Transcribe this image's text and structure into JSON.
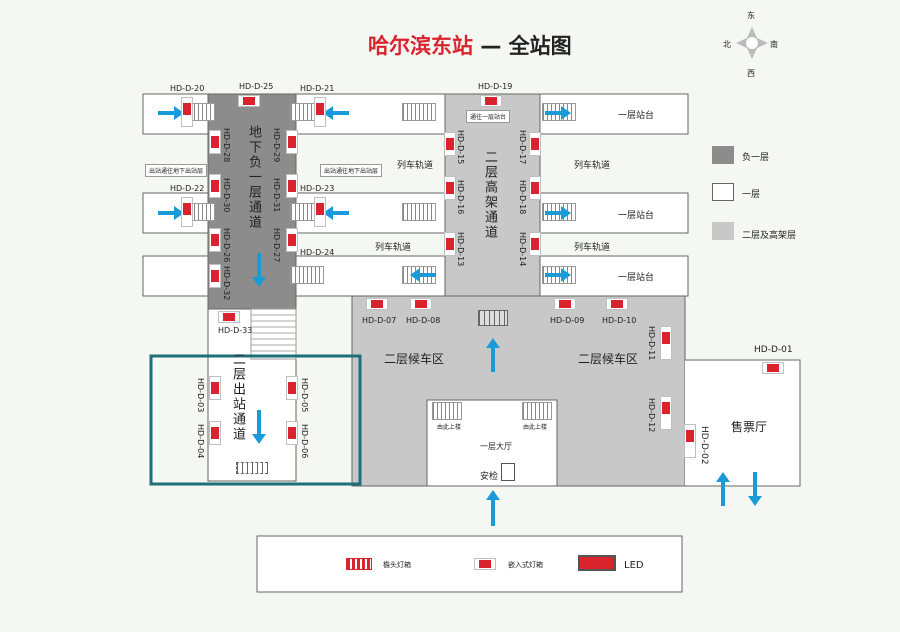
{
  "title": {
    "station": "哈尔滨东站",
    "dash": "—",
    "subtitle": "全站图"
  },
  "compass": {
    "north": "北",
    "east": "东",
    "south": "南",
    "west": "西"
  },
  "legend_side": [
    {
      "label": "负一层",
      "color": "#8c8c8c"
    },
    {
      "label": "一层",
      "color": "#ffffff"
    },
    {
      "label": "二层及高架层",
      "color": "#c8c8c8"
    }
  ],
  "areas": {
    "underground_passage": "地下负一层通道",
    "elevated_passage": "二层高架通道",
    "exit_passage": "二层出站通道",
    "waiting_left": "二层候车区",
    "waiting_right": "二层候车区",
    "ticket_hall": "售票厅",
    "lobby": "一层大厅",
    "security": "安检",
    "track1": "列车轨道",
    "track2": "列车轨道",
    "track3": "列车轨道",
    "track4": "列车轨道",
    "platform1": "一层站台",
    "platform2": "一层站台",
    "platform3": "一层站台"
  },
  "notes": {
    "to_platform": "通往一层站台",
    "exit_left": "出站通往地下出站层",
    "exit_right": "出站通往地下出站层",
    "up_left": "由此上楼",
    "up_right": "由此上楼"
  },
  "boxes": {
    "d20": "HD-D-20",
    "d25": "HD-D-25",
    "d21": "HD-D-21",
    "d19": "HD-D-19",
    "d28": "HD-D-28",
    "d29": "HD-D-29",
    "d22": "HD-D-22",
    "d23": "HD-D-23",
    "d30": "HD-D-30",
    "d31": "HD-D-31",
    "d26": "HD-D-26",
    "d27": "HD-D-27",
    "d24": "HD-D-24",
    "d32": "HD-D-32",
    "d33": "HD-D-33",
    "d15": "HD-D-15",
    "d16": "HD-D-16",
    "d13": "HD-D-13",
    "d17": "HD-D-17",
    "d18": "HD-D-18",
    "d14": "HD-D-14",
    "d07": "HD-D-07",
    "d08": "HD-D-08",
    "d09": "HD-D-09",
    "d10": "HD-D-10",
    "d11": "HD-D-11",
    "d12": "HD-D-12",
    "d01": "HD-D-01",
    "d02": "HD-D-02",
    "d03": "HD-D-03",
    "d04": "HD-D-04",
    "d05": "HD-D-05",
    "d06": "HD-D-06"
  },
  "legend_bottom": {
    "gate_box": "檐头灯箱",
    "embed_box": "嵌入式灯箱",
    "led": "LED"
  },
  "colors": {
    "red": "#d9232e",
    "blue": "#1a9ad6",
    "teal": "#1d6f79",
    "gray_dark": "#8c8c8c",
    "gray_light": "#c8c8c8"
  }
}
